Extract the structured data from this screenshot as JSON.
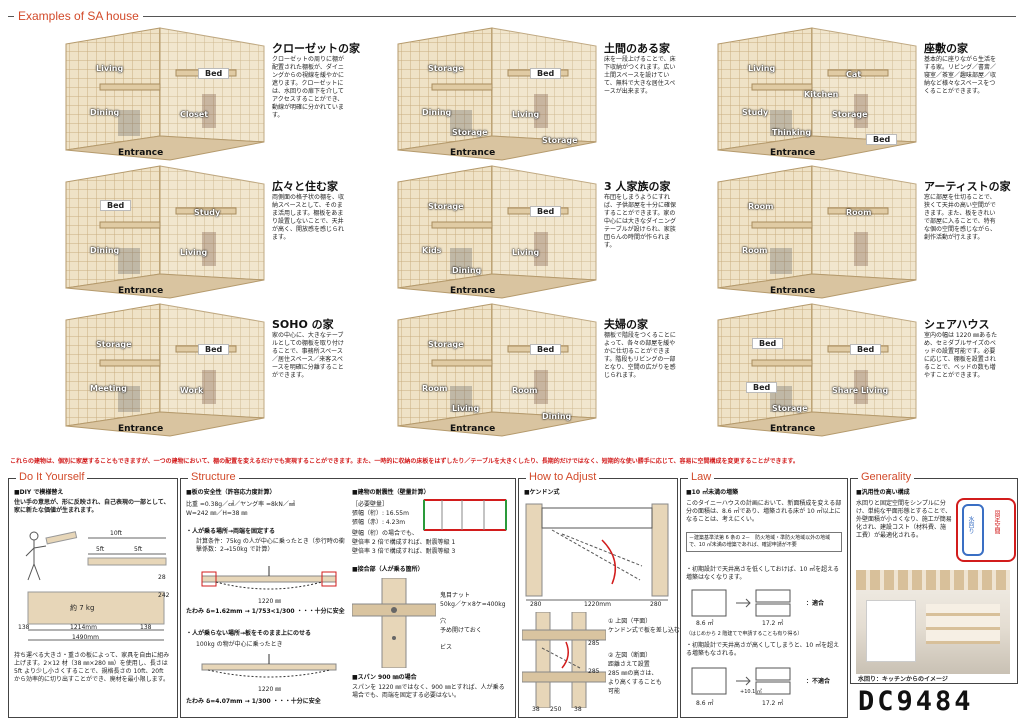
{
  "headers": {
    "examples": "Examples of SA house",
    "diy": "Do It Yourself",
    "structure": "Structure",
    "howto": "How to Adjust",
    "law": "Law",
    "generality": "Generality"
  },
  "houses": [
    {
      "title": "クローゼットの家",
      "desc": "クローゼットの周りに棚が配置された棚板が、ダイニングからの視線を緩やかに遮ります。クローゼットには、水回りの扉下を介してアクセスすることができ、動線が明確に分かれています。",
      "labels": [
        "Living",
        "Bed",
        "Dining",
        "Closet"
      ],
      "entrance": "Entrance"
    },
    {
      "title": "土間のある家",
      "desc": "床を一段上げることで、床下収納がつくれます。広い土間スペースを設けていて、無料で大きな居住スペースが出来ます。",
      "labels": [
        "Storage",
        "Bed",
        "Dining",
        "Living",
        "Storage",
        "Storage"
      ],
      "entrance": "Entrance"
    },
    {
      "title": "座敷の家",
      "desc": "基本的に座りながら生活をする家。リビング／書斎／寝室／茶室／趣味部屋／収納など様々なスペースをつくることができます。",
      "labels": [
        "Living",
        "Cat",
        "Study",
        "Storage",
        "Thinking",
        "Bed",
        "Kitchen"
      ],
      "entrance": "Entrance"
    },
    {
      "title": "広々と住む家",
      "desc": "両側面の格子状の棚を、収納スペースとして、そのまま活用します。棚板をあまり設置しないことで、天井が高く、開放感を感じられます。",
      "labels": [
        "Bed",
        "Study",
        "Dining",
        "Living"
      ],
      "entrance": "Entrance"
    },
    {
      "title": "3 人家族の家",
      "desc": "布団をしまうようにすれば、子供部屋を十分に確保することができます。家の中心には大きなダイニングテーブルが設けられ、家族団らんの時間が作られます。",
      "labels": [
        "Storage",
        "Bed",
        "Kids",
        "Living",
        "Dining"
      ],
      "entrance": "Entrance"
    },
    {
      "title": "アーティストの家",
      "desc": "窓に部屋を仕切ることで、狭くて天井の高い空間ができます。また、板をきれいで部屋に入ることで、特有な個の空間を感じながら、創作活動が行えます。",
      "labels": [
        "Room",
        "Room",
        "Room"
      ],
      "entrance": "Entrance"
    },
    {
      "title": "SOHO の家",
      "desc": "家の中心に、大きなテーブルとしての棚板を取り付けることで、事務所スペース／居住スペース／来客スペースを明確に分離することができます。",
      "labels": [
        "Storage",
        "Bed",
        "Meeting",
        "Work"
      ],
      "entrance": "Entrance"
    },
    {
      "title": "夫婦の家",
      "desc": "棚板で階段をつくることによって、各々の部屋を緩やかに仕切ることができます。階段もリビングの一部となり、空間の広がりを感じられます。",
      "labels": [
        "Storage",
        "Bed",
        "Room",
        "Room",
        "Living",
        "Dining"
      ],
      "entrance": "Entrance"
    },
    {
      "title": "シェアハウス",
      "desc": "室内の幅は 1220 ㎜あるため、セミダブルサイズのベッドの設置可能です。必要に応じて、棚板を設置されることで、ベッドの数も増やすことができます。",
      "labels": [
        "Bed",
        "Bed",
        "Bed",
        "Share Living",
        "Storage"
      ],
      "entrance": "Entrance"
    }
  ],
  "red_note": "これらの建物は、個別に家屋することもできますが、一つの建物において、棚の配置を変えるだけでも実現することができます。また、一時的に収納の床板をはずしたり／テーブルを大きくしたり、長期的だけではなく、短期的な使い勝手に応じて、容易に空間構成を変更することができます。",
  "diy": {
    "h1": "■DIY で模様替え",
    "p1": "住い手の意思が、形に反映され、自己表現の一部として、家に新たな価値が生まれます。",
    "dims": {
      "ft10": "10ft",
      "ft5a": "5ft",
      "ft5b": "5ft",
      "weight": "約 7 kg",
      "d138a": "138",
      "d1214": "1214mm",
      "d138b": "138",
      "d1490": "1490mm",
      "d242": "242",
      "d28": "28"
    },
    "p2": "持ち運べる大きさ・重さの板によって、家具を自由に組み上げます。2×12 材（38 ㎜×280 ㎜）を使用し、長さは 5ft より少し小さくすることで、規格長さの 10ft、20ft から効率的に切り出すことができ、廃材を最小限します。"
  },
  "structure": {
    "h1": "■板の安全性（許容応力度計算）",
    "f1": "比重 =0.38g／㎠／ヤング率 =8kN／㎟",
    "f2": "W=242 ㎜／H=38 ㎜",
    "case1": "・人が乗る場所→両端を固定する",
    "cond1": "計算条件：75kg の人が中心に乗ったとき（歩行時の衝撃係数：2→150kg で計算）",
    "span1": "1220 ㎜",
    "res1": "たわみ δ=1.62mm → 1/753<1/300 ・・・十分に安全",
    "case2": "・人が乗らない場所→板をそのまま上にのせる",
    "cond2": "100kg の物が中心に乗ったとき",
    "span2": "1220 ㎜",
    "res2": "たわみ δ=4.07mm → 1/300 ・・・十分に安全",
    "h2": "■建物の耐震性（壁量計算）",
    "req": "［必要壁量］",
    "req1": "張幅（桁）: 16.55m",
    "req2": "張幅（赤）: 4.23m",
    "bal": "壁幅（桁）の場合でも、",
    "eq2": "壁倍率 2 倍で構成すれば、耐震等級 1",
    "eq3": "壁倍率 3 倍で構成すれば、耐震等級 3",
    "h3": "■接合部（人が乗る箇所）",
    "nut": "鬼目ナット",
    "nut2": "50kg／ケ×8ケ=400kg",
    "hole": "穴",
    "hole2": "予め開けておく",
    "screw": "ビス",
    "h4": "■スパン 900 ㎜の場合",
    "p4": "スパンを 1220 ㎜ではなく、900 ㎜とすれば、人が乗る場合でも、両端を固定する必要はない。"
  },
  "howto": {
    "h1": "■ケンドン式",
    "d280a": "280",
    "d1220": "1220mm",
    "d280b": "280",
    "n1": "① 上図（平面）",
    "n1b": "ケンドン式で板を差し込む",
    "n2": "② 左図（断面）",
    "n2b": "距離さえて設置",
    "n2c": "285 ㎜の高さは、",
    "n2d": "より高くすることも",
    "n2e": "可能",
    "d38a": "38",
    "d250": "250",
    "d38b": "38",
    "d285": "285",
    "d285b": "285"
  },
  "law": {
    "h1": "■10 ㎡未満の増築",
    "p1": "このタイニーハウスの計画において、新面積成を変える部分の面積は、8.6 ㎡であり、増築される床が 10 ㎡以上になることは、考えにくい。",
    "box": "－建築基準法第 6 条の 2－　防火地域・準防火地域以外の地域で、10 ㎡未満の増築であれば、確認申請が不要",
    "p2": "・初期設計で天井高さを低くしておけば、10 ㎡を超える増築はなくなります。",
    "ok": "：適合",
    "a1": "8.6 ㎡",
    "a2": "17.2 ㎡",
    "note": "（はじめから 2 階建てで申請することも有り得る）",
    "p3": "・初期設計で天井高さが高くしてしまうと、10 ㎡を超える増築もなされる。",
    "ng": "：不適合",
    "a3": "8.6 ㎡",
    "a4": "17.2 ㎡",
    "plus": "+10.1 ㎡"
  },
  "generality": {
    "h1": "■汎用性の高い構成",
    "p1": "水回りと固定空間をシンプルに分け、単純な平面形態とすることで、外壁面積が小さくなり、施工が簡易化され、建設コスト（材料費、施工費）が最適化される。",
    "l1": "水回り",
    "l2": "固定空間",
    "cap": "水回り：キッチンからのイメージ"
  },
  "code": "DC9484"
}
